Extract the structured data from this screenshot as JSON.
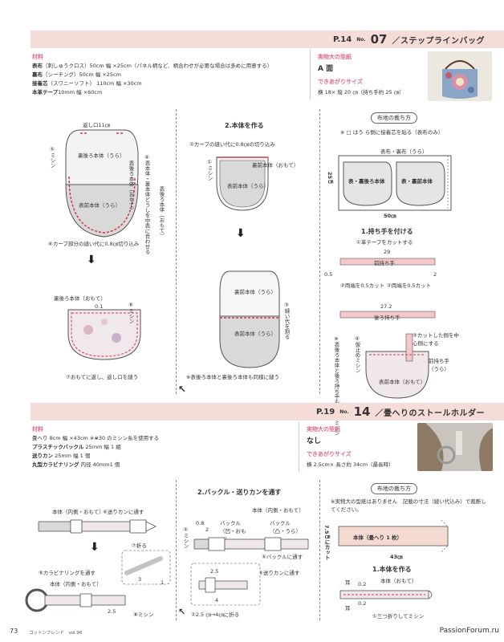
{
  "project1": {
    "page_ref": "P.14",
    "no_label": "No.",
    "number": "07",
    "name": "／ステップラインバッグ",
    "materials_heading": "材料",
    "materials": [
      {
        "name": "表布",
        "detail": "（刺しゅうクロス）50cm 幅 ×25cm（パネル柄など、柄合わせが必要な場合は多めに用意する）"
      },
      {
        "name": "裏布",
        "detail": "（シーチング）50cm 幅 ×25cm"
      },
      {
        "name": "接着芯",
        "detail": "（スワニーソフト） 110cm 幅 ×30cm"
      },
      {
        "name": "本革テープ",
        "detail": "10mm 幅 ×60cm"
      }
    ],
    "pattern_heading": "実物大の型紙",
    "pattern_value": "A 面",
    "size_heading": "できあがりサイズ",
    "size_value": "横 18× 縦 20 ㎝（持ち手約 25 ㎝）",
    "diagram1": {
      "top": "返し口11㎝",
      "sew5": "⑤ミシン",
      "ura_back": "裏後ろ本体（うら）",
      "omote_back_v": "表後ろ本体（おもて）",
      "note4": "④表本体・裏本体どうしを中表に合わせる",
      "front_label": "表前本体（うら）",
      "back_label_v": "表後ろ本体（おもて）",
      "cut6": "⑥カーブ部分の縫い代に0.8㎝切り込み",
      "back_omote": "裏後ろ本体（おもて）",
      "d01": "0.1",
      "sew8": "⑧ミシン",
      "turn7": "⑦おもてに返し、返し口を縫う"
    },
    "step2": {
      "title": "2.本体を作る",
      "cut2": "②カーブの縫い代に0.8㎝の切り込み",
      "sew1": "①ミシン",
      "ura_front": "裏前本体（おもて）",
      "front_ura": "表前本体（うら）",
      "ura_front2": "裏前本体（うら）",
      "fold3": "③縫い代を割る",
      "note": "※表後ろ本体と裏後ろ本体も同様に縫う"
    },
    "cutting": {
      "title": "布地の裁ち方",
      "note": "※ □ はう ら側に接着芯を貼る（表布のみ）",
      "fabric": "表布・裏布（うら）",
      "p1": "表・裏後ろ本体",
      "p2": "表・裏前本体",
      "h": "25㎝",
      "w": "50㎝"
    },
    "step1": {
      "title": "1.持ち手を付ける",
      "cut1": "①革テープをカットする",
      "len29": "29",
      "front_handle": "前持ち手",
      "d05a": "0.5",
      "note2a": "②両端を0.5カット",
      "note2b": "②両端を0.5カット",
      "d2": "2",
      "len272": "27.2",
      "back_handle": "後ろ持ち手",
      "note_sew": "※表後ろ本体と後ろ持ち手も同様にミシン",
      "stay4": "④仮止めミシン",
      "center3": "③カットした側を中心側にする",
      "front_handle_ura": "前持ち手（うら）",
      "body_omote": "表前本体（おもて）"
    }
  },
  "project2": {
    "page_ref": "P.19",
    "no_label": "No.",
    "number": "14",
    "name": "／畳へりのストールホルダー",
    "materials_heading": "材料",
    "materials": [
      {
        "name": "",
        "detail": "畳へり 8cm 幅 ×43cm ※#30 のミシン糸を使用する"
      },
      {
        "name": "プラスチックバックル",
        "detail": " 25mm 幅 1 組"
      },
      {
        "name": "送りカン",
        "detail": " 25mm 幅 1 個"
      },
      {
        "name": "丸型カラビナリング",
        "detail": " 内径 40mm1 個"
      }
    ],
    "pattern_heading": "実物大の型紙",
    "pattern_value": "なし",
    "size_heading": "できあがりサイズ",
    "size_value": "横 2.5cm× 長さ約 34cm（最長時）",
    "diag_left": {
      "body": "本体（内側・おもて）",
      "pass6": "⑥送りカンに通す",
      "fold7": "⑦折る",
      "ring9": "⑨カラビナリングを通す",
      "body2": "本体（内側・おもて）",
      "d3": "3",
      "d1": "1",
      "d25": "2.5",
      "sew8": "⑧ミシン"
    },
    "step2": {
      "title": "2.バックル・送りカンを通す",
      "body": "本体（内側・おもて）",
      "d08": "0.8",
      "d2": "2",
      "buckle_a": "バックル（凹・おもて）",
      "buckle_b": "バックル（凸・うら）",
      "sew3": "③ミシン",
      "pass5": "⑤バックルに通す",
      "pass1": "①バックルに通す",
      "pass4": "④送りカンに通す",
      "d25": "2.5",
      "d4": "4",
      "fold2": "②2.5 ㎝→4㎝に折る"
    },
    "cutting": {
      "title": "布地の裁ち方",
      "note": "※実物大の型紙はありません　記載の寸法（縫い代込み）で裁断してください。",
      "h": "7.5㎝にカット",
      "body": "本体（畳へり 1 枚）",
      "w": "43㎝"
    },
    "step1": {
      "title": "1.本体を作る",
      "ear": "耳",
      "d02a": "0.2",
      "body": "本体（おもて）",
      "d02b": "0.2",
      "ear2": "耳",
      "fold1": "①三つ折りしてミシン"
    }
  },
  "footer": {
    "page": "73",
    "magazine": "コットンフレンド　vol.96",
    "watermark": "PassionForum.ru"
  },
  "colors": {
    "title_bar": "#f6dcd9",
    "heading_pink": "#e06c8c",
    "seam_red": "#d23a4a",
    "fabric_gray": "#d9d9d9"
  }
}
